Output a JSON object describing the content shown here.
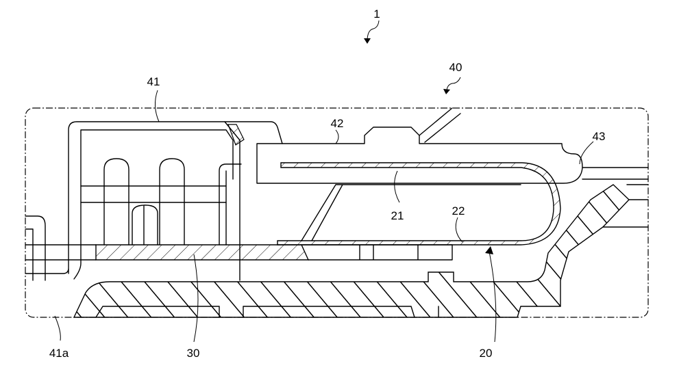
{
  "figure": {
    "labels": {
      "device": "1",
      "holder": "40",
      "frame": "41",
      "plate": "42",
      "bend": "43",
      "inner": "21",
      "outer": "22",
      "board": "30",
      "assembly": "20",
      "base": "41a"
    }
  }
}
